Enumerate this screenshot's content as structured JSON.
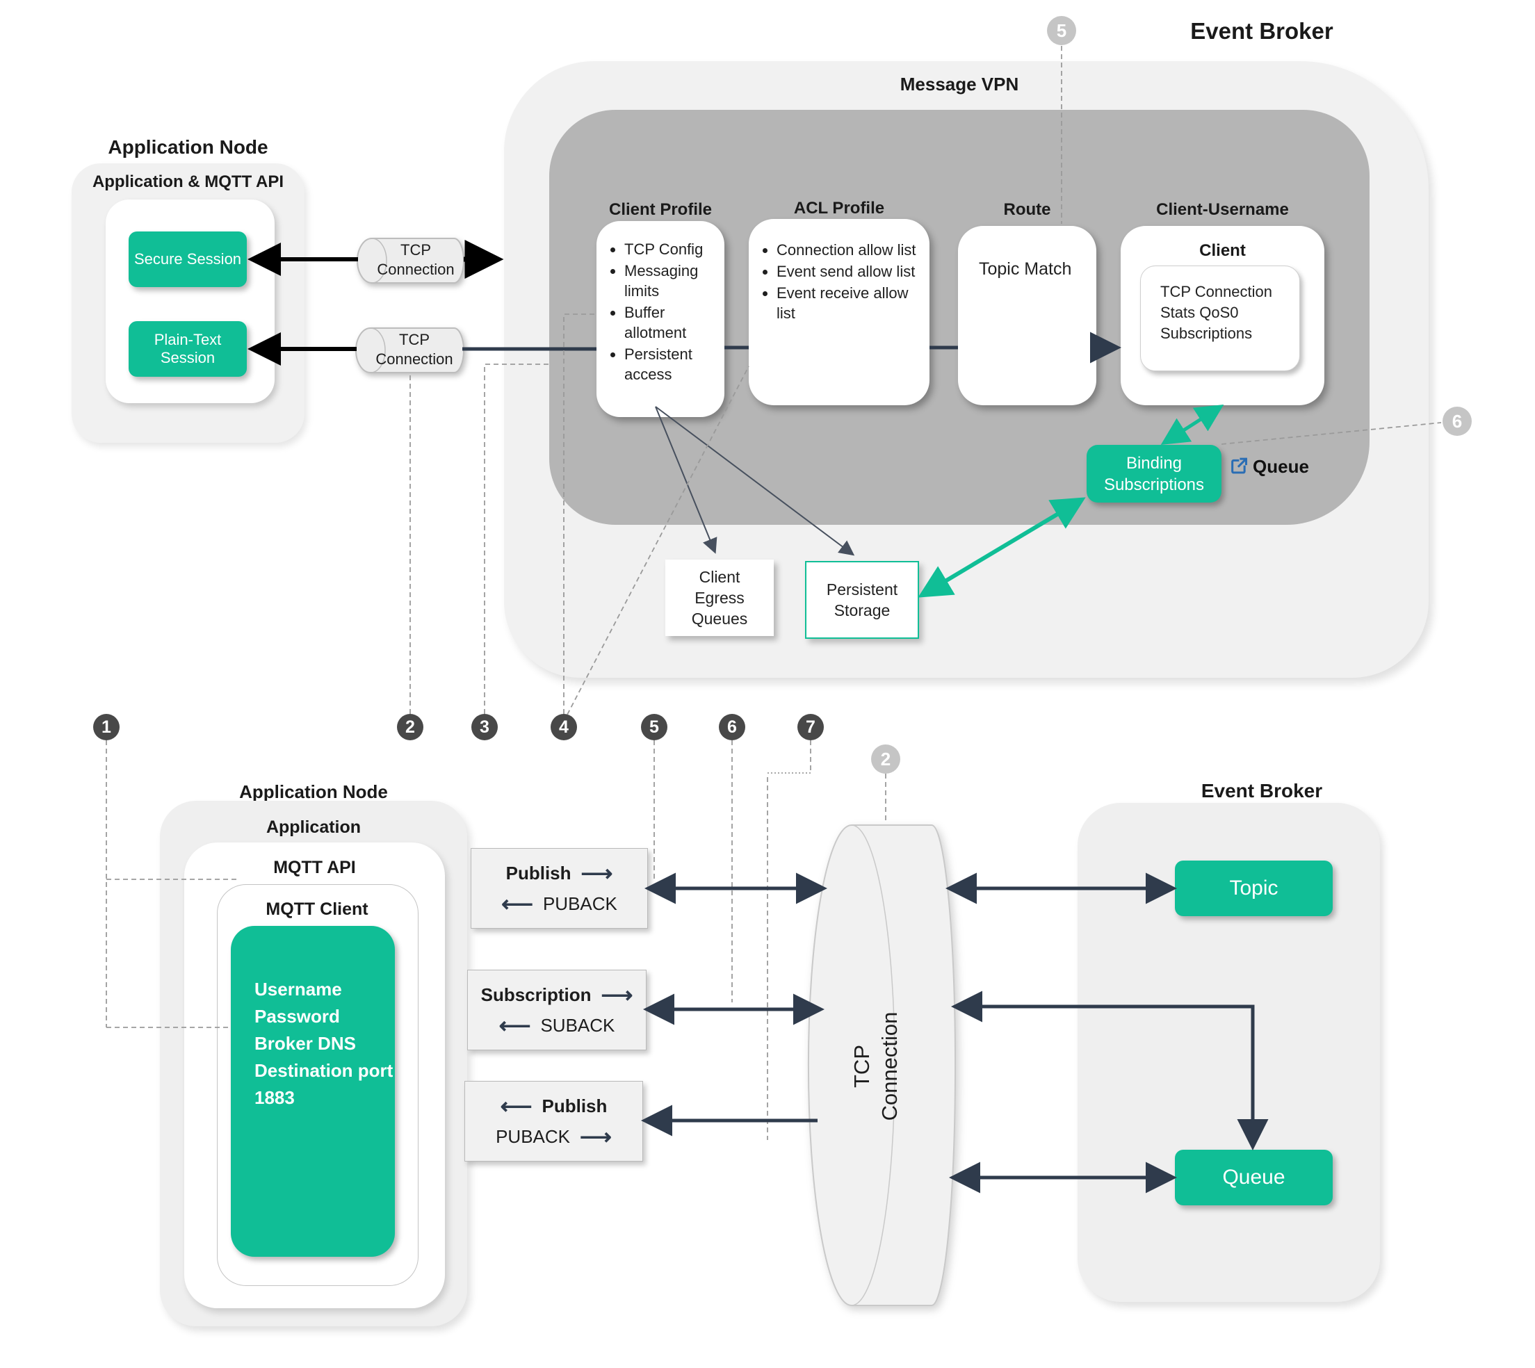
{
  "colors": {
    "green": "#10be96",
    "arrow_dark": "#2f3b4c",
    "vpn_gray": "#b5b5b5",
    "panel_gray": "#f1f1f1",
    "circle_dark": "#484848",
    "circle_gray": "#c5c5c5",
    "link_blue": "#2a6db4"
  },
  "icons": {
    "arrow_right": "⟶",
    "arrow_left": "⟵",
    "external_link": "external-link"
  },
  "top": {
    "application_node": {
      "title": "Application Node",
      "subtitle": "Application & MQTT API",
      "secure_session": "Secure Session",
      "plain_text_session": "Plain-Text Session"
    },
    "tcp_connection_top": "TCP Connection",
    "tcp_connection_bottom": "TCP Connection",
    "event_broker": {
      "title": "Event Broker",
      "message_vpn": "Message VPN",
      "client_profile": {
        "label": "Client Profile",
        "bullets": [
          "TCP Config",
          "Messaging limits",
          "Buffer allotment",
          "Persistent access"
        ]
      },
      "acl_profile": {
        "label": "ACL Profile",
        "bullets": [
          "Connection allow list",
          "Event send allow list",
          "Event receive allow list"
        ]
      },
      "route": {
        "label": "Route",
        "body": "Topic Match"
      },
      "client_username": {
        "label": "Client-Username",
        "client": "Client",
        "client_body": "TCP Connection Stats QoS0 Subscriptions"
      },
      "binding_subscriptions": "Binding Subscriptions",
      "queue_link": "Queue",
      "client_egress_queues": "Client Egress Queues",
      "persistent_storage": "Persistent Storage"
    }
  },
  "annotations": {
    "dark": [
      "1",
      "2",
      "3",
      "4",
      "5",
      "6",
      "7"
    ],
    "gray_top": "5",
    "gray_right": "6",
    "gray_bottom": "2"
  },
  "bottom": {
    "application_node": {
      "title": "Application Node",
      "application": "Application",
      "mqtt_api": "MQTT API",
      "mqtt_client": "MQTT Client",
      "credentials": [
        "Username",
        "Password",
        "Broker DNS",
        "Destination port",
        "1883"
      ]
    },
    "messages": [
      {
        "primary": "Publish",
        "secondary": "PUBACK"
      },
      {
        "primary": "Subscription",
        "secondary": "SUBACK"
      },
      {
        "primary": "Publish",
        "secondary": "PUBACK"
      }
    ],
    "tcp_connection": "TCP Connection",
    "event_broker": {
      "title": "Event Broker",
      "topic": "Topic",
      "queue": "Queue"
    }
  }
}
